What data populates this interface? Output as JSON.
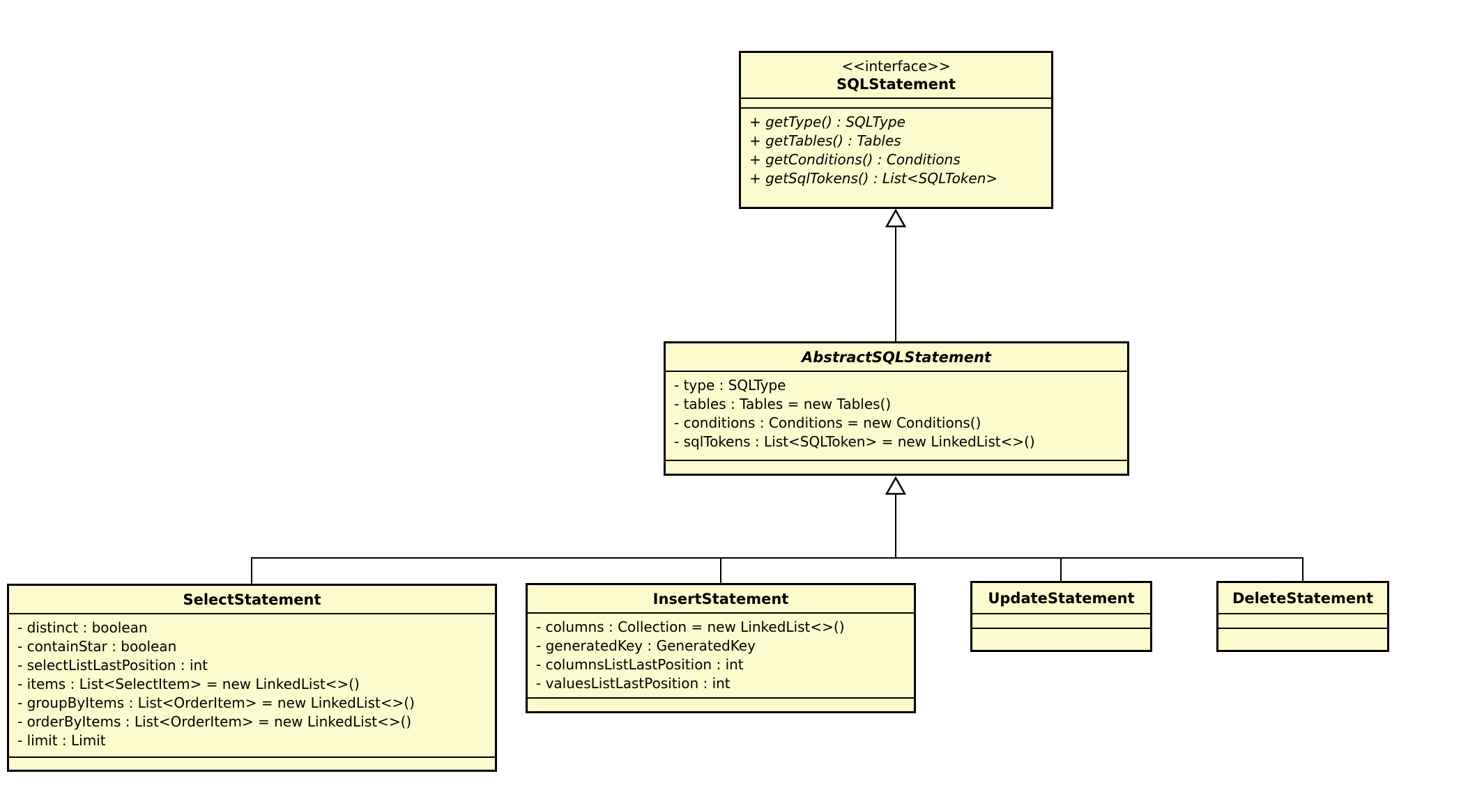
{
  "diagram": {
    "type": "uml-class-diagram",
    "colors": {
      "class_fill": "#FBFBCD",
      "border": "#000000",
      "background": "#FFFFFF",
      "text": "#000000"
    },
    "classes": [
      {
        "id": "sql-statement",
        "stereotype": "<<interface>>",
        "name": "SQLStatement",
        "attributes": [],
        "methods": [
          "+ getType() : SQLType",
          "+ getTables() : Tables",
          "+ getConditions() : Conditions",
          "+ getSqlTokens() : List<SQLToken>"
        ]
      },
      {
        "id": "abstract-sql-statement",
        "stereotype": "",
        "name": "AbstractSQLStatement",
        "attributes": [
          "- type : SQLType",
          "- tables : Tables = new Tables()",
          "- conditions : Conditions = new Conditions()",
          "- sqlTokens : List<SQLToken> = new LinkedList<>()"
        ],
        "methods": []
      },
      {
        "id": "select-statement",
        "stereotype": "",
        "name": "SelectStatement",
        "attributes": [
          "- distinct : boolean",
          "- containStar : boolean",
          "- selectListLastPosition : int",
          "- items : List<SelectItem> = new LinkedList<>()",
          "- groupByItems : List<OrderItem> = new LinkedList<>()",
          "- orderByItems : List<OrderItem> = new LinkedList<>()",
          "- limit : Limit"
        ],
        "methods": []
      },
      {
        "id": "insert-statement",
        "stereotype": "",
        "name": "InsertStatement",
        "attributes": [
          "- columns : Collection = new LinkedList<>()",
          "- generatedKey : GeneratedKey",
          "- columnsListLastPosition : int",
          "- valuesListLastPosition : int"
        ],
        "methods": []
      },
      {
        "id": "update-statement",
        "stereotype": "",
        "name": "UpdateStatement",
        "attributes": [],
        "methods": []
      },
      {
        "id": "delete-statement",
        "stereotype": "",
        "name": "DeleteStatement",
        "attributes": [],
        "methods": []
      }
    ],
    "relationships": [
      {
        "type": "realization",
        "from": "AbstractSQLStatement",
        "to": "SQLStatement",
        "arrow": "hollow-triangle"
      },
      {
        "type": "generalization",
        "from": "SelectStatement",
        "to": "AbstractSQLStatement",
        "arrow": "hollow-triangle"
      },
      {
        "type": "generalization",
        "from": "InsertStatement",
        "to": "AbstractSQLStatement",
        "arrow": "hollow-triangle"
      },
      {
        "type": "generalization",
        "from": "UpdateStatement",
        "to": "AbstractSQLStatement",
        "arrow": "hollow-triangle"
      },
      {
        "type": "generalization",
        "from": "DeleteStatement",
        "to": "AbstractSQLStatement",
        "arrow": "hollow-triangle"
      }
    ]
  }
}
